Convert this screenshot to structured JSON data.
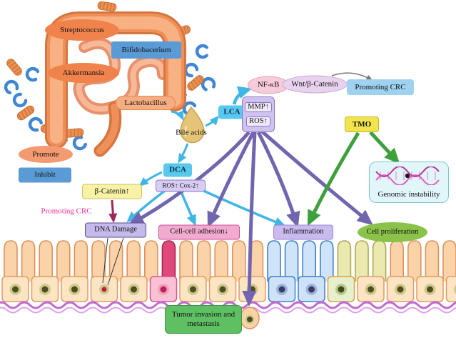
{
  "figure": {
    "bacteria": {
      "streptococcus": "Streptococcus",
      "bifidobacterium": "Bifidobacerium",
      "akkermansia": "Akkermansia",
      "lactobacillus": "Lactobacillus"
    },
    "legend": {
      "promote": "Promote",
      "inhibit": "Inhibit"
    },
    "nodes": {
      "bile_acids": "Bile acids",
      "lca": "LCA",
      "nf_kb": "NF-κB",
      "wnt_b_catenin": "Wnt/β-Catenin",
      "promoting_crc_top": "Promoting CRC",
      "mmp_up": "MMP↑",
      "ros_up": "ROS↑",
      "tmo": "TMO",
      "genomic_instability": "Genomic instability",
      "dca": "DCA",
      "ros_cox2_up": "ROS↑ Cox-2↑",
      "beta_catenin_up": "β-Catenin↑",
      "promoting_crc_label": "Promoting CRC",
      "dna_damage": "DNA Damage",
      "cell_cell_adhesion_down": "Cell-cell adhesion↓",
      "inflammation": "Inflammation",
      "cell_proliferation": "Cell proliferation",
      "tumor_invasion_metastasis": "Tumor invasion and metastasis"
    },
    "colors": {
      "promote_arrow_cyan": "#3fb6e4",
      "pathway_purple": "#7264ae",
      "tmo_green": "#3da03d",
      "crc_pink": "#f0309a",
      "promote_orange": "#f0824c",
      "inhibit_blue": "#5b9bd5"
    }
  }
}
